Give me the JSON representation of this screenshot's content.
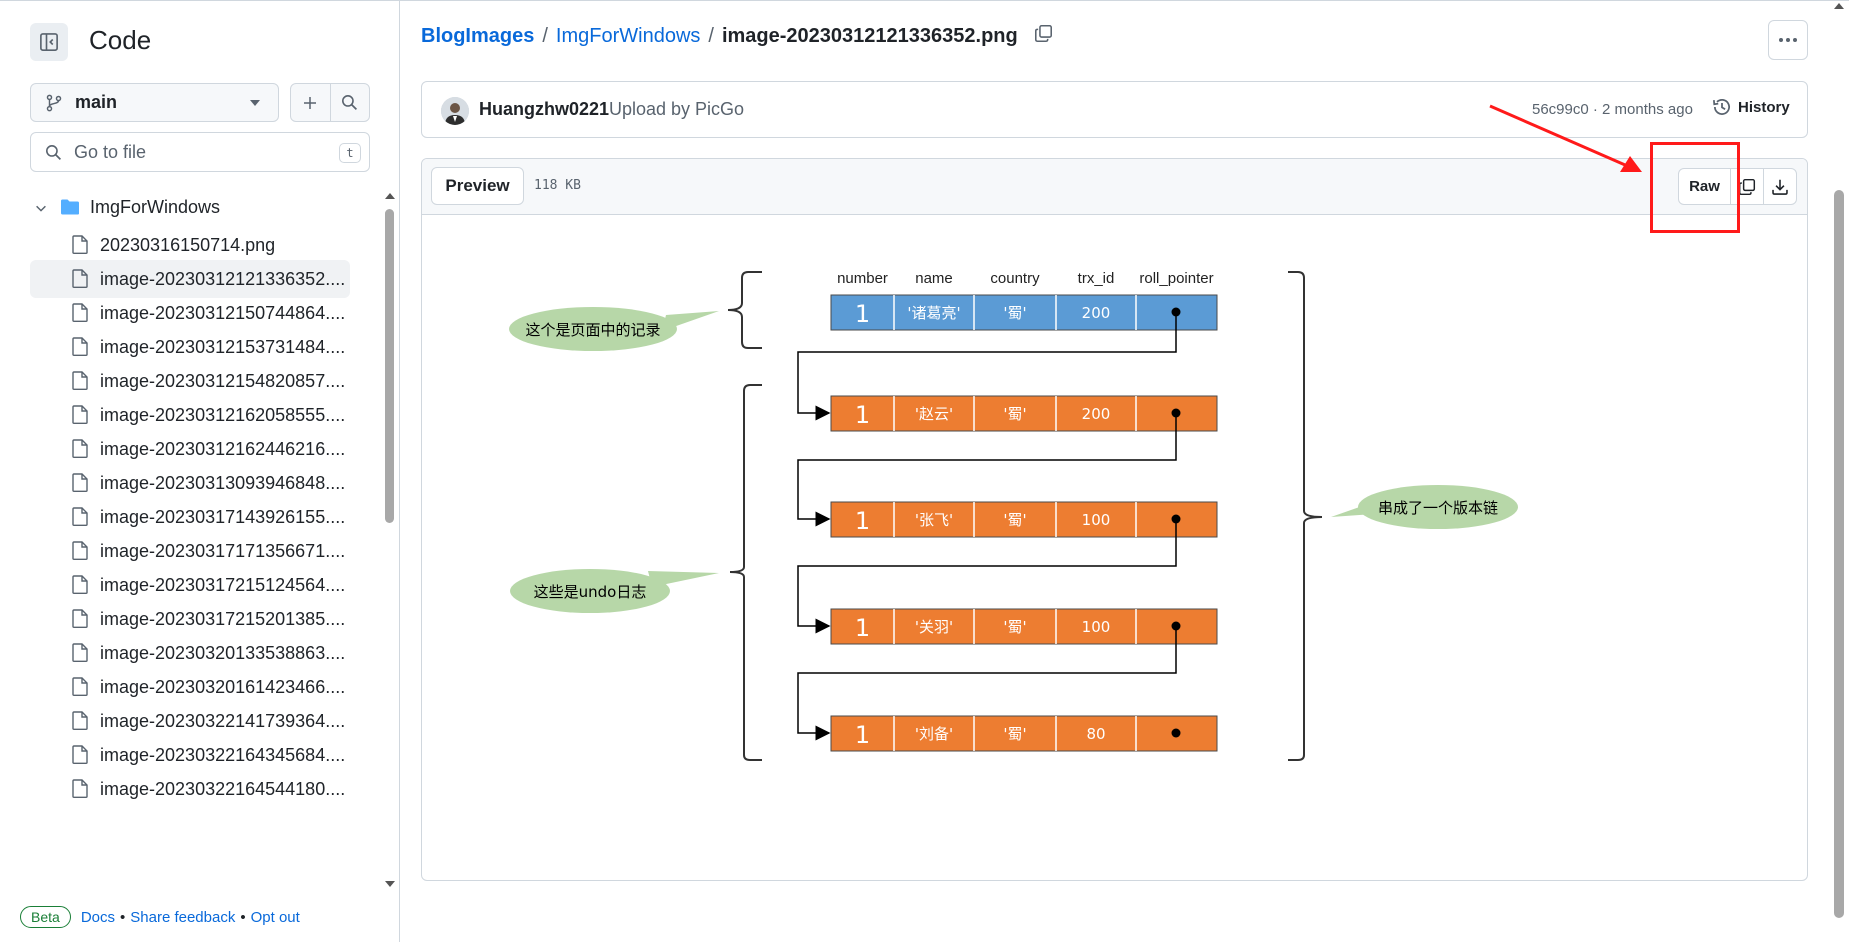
{
  "sidebar": {
    "title": "Code",
    "branch": "main",
    "search_placeholder": "Go to file",
    "search_shortcut": "t",
    "folder": "ImgForWindows",
    "files": [
      "20230316150714.png",
      "image-20230312121336352....",
      "image-20230312150744864....",
      "image-20230312153731484....",
      "image-20230312154820857....",
      "image-20230312162058555....",
      "image-20230312162446216....",
      "image-20230313093946848....",
      "image-20230317143926155....",
      "image-20230317171356671....",
      "image-20230317215124564....",
      "image-20230317215201385....",
      "image-20230320133538863....",
      "image-20230320161423466....",
      "image-20230322141739364....",
      "image-20230322164345684....",
      "image-20230322164544180...."
    ],
    "selected_index": 1,
    "footer": {
      "beta": "Beta",
      "docs": "Docs",
      "feedback": "Share feedback",
      "optout": "Opt out",
      "bullet": "•"
    }
  },
  "header": {
    "crumbs": [
      "BlogImages",
      "ImgForWindows"
    ],
    "separator": "/",
    "current": "image-20230312121336352.png"
  },
  "commit": {
    "author": "Huangzhw0221",
    "message": "Upload by PicGo",
    "meta": "56c99c0 · 2 months ago",
    "history": "History"
  },
  "file": {
    "preview": "Preview",
    "size": "118 KB",
    "raw": "Raw"
  },
  "diagram": {
    "headers": [
      "number",
      "name",
      "country",
      "trx_id",
      "roll_pointer"
    ],
    "rows": [
      {
        "number": "1",
        "name": "'诸葛亮'",
        "country": "'蜀'",
        "trx_id": "200",
        "fill": "#5b9bd5"
      },
      {
        "number": "1",
        "name": "'赵云'",
        "country": "'蜀'",
        "trx_id": "200",
        "fill": "#ed7d31"
      },
      {
        "number": "1",
        "name": "'张飞'",
        "country": "'蜀'",
        "trx_id": "100",
        "fill": "#ed7d31"
      },
      {
        "number": "1",
        "name": "'关羽'",
        "country": "'蜀'",
        "trx_id": "100",
        "fill": "#ed7d31"
      },
      {
        "number": "1",
        "name": "'刘备'",
        "country": "'蜀'",
        "trx_id": "80",
        "fill": "#ed7d31"
      }
    ],
    "bubble_record": "这个是页面中的记录",
    "bubble_undo": "这些是undo日志",
    "bubble_chain": "串成了一个版本链",
    "bubble_fill": "#b7d7a8"
  },
  "colors": {
    "link": "#0969da",
    "annotation": "#ff1a1a"
  }
}
